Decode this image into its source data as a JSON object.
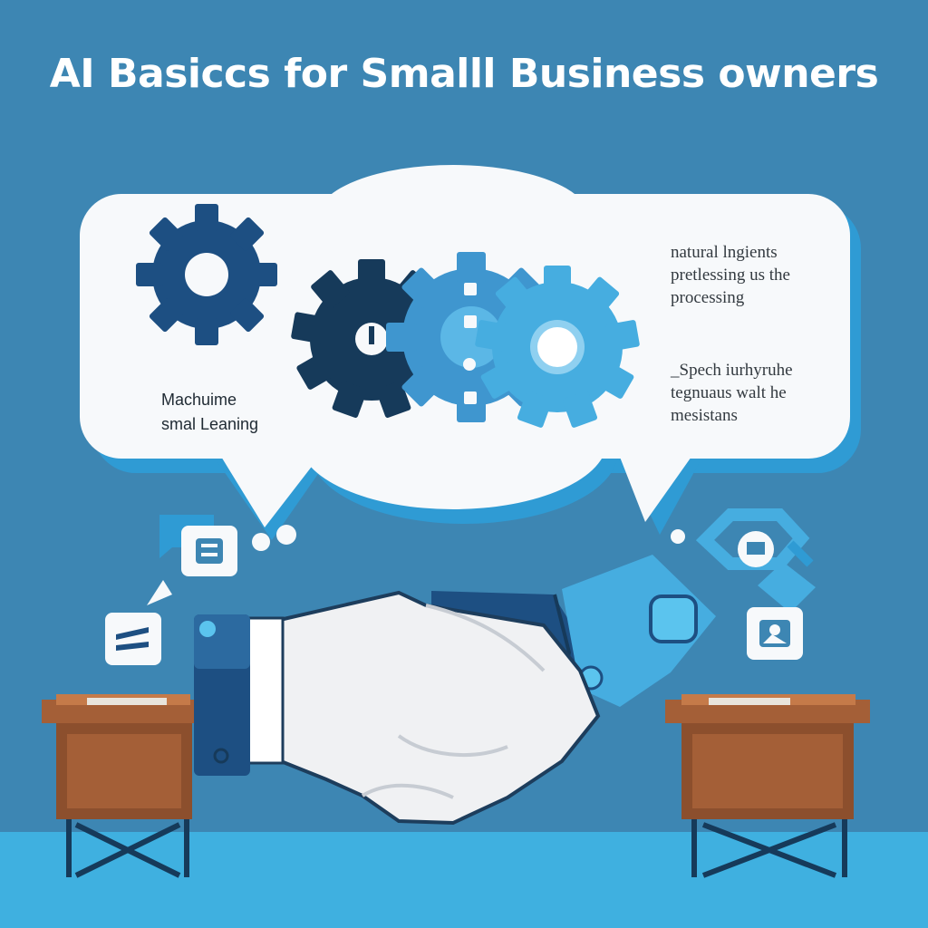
{
  "title": "AI Basiccs for Smalll Business owners",
  "labels": {
    "machine_learning": [
      "Machuime",
      "smal Leaning"
    ],
    "nlp": [
      "natural lngients",
      "pretlessing us the",
      "processing"
    ],
    "speech": [
      "_Spech iurhyruhe",
      "tegnuaus walt he",
      "mesistans"
    ]
  },
  "colors": {
    "background": "#3d86b3",
    "floor": "#3fb0e0",
    "bubble": "#f7f9fb",
    "gear_navy": "#1d4f82",
    "gear_dark": "#163a5a",
    "gear_light": "#46ade0",
    "desk": "#a45f37"
  },
  "icons": [
    "gear-icon",
    "chat-icon",
    "document-icon",
    "image-icon",
    "network-icon",
    "handshake-icon",
    "robot-hand-icon"
  ]
}
